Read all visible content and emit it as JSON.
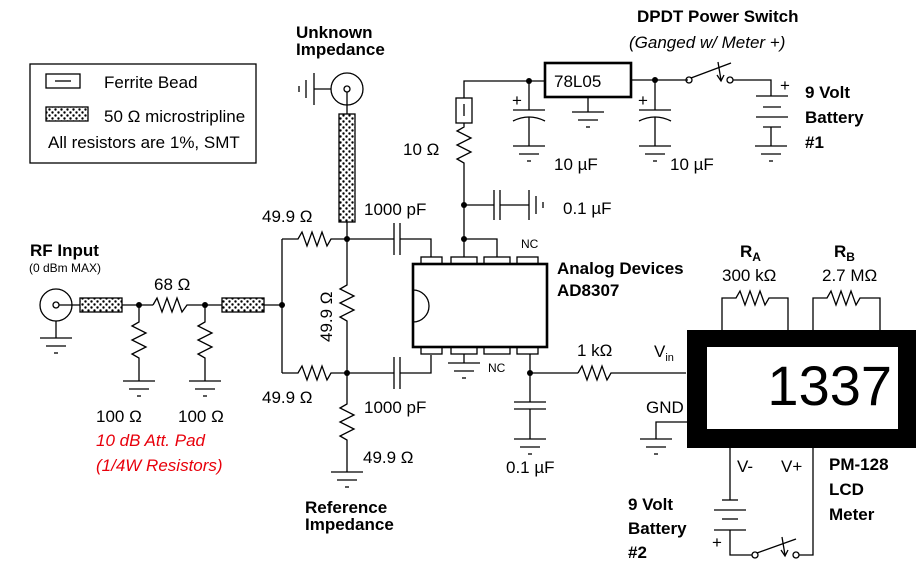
{
  "legend": {
    "ferrite_bead": "Ferrite Bead",
    "microstrip": "50 Ω microstripline",
    "note": "All resistors are 1%, SMT"
  },
  "titles": {
    "unknown_impedance_1": "Unknown",
    "unknown_impedance_2": "Impedance",
    "reference_impedance_1": "Reference",
    "reference_impedance_2": "Impedance",
    "power_switch": "DPDT Power Switch",
    "power_switch_note": "(Ganged w/ Meter +)",
    "rf_input": "RF Input",
    "rf_input_note": "(0 dBm MAX)",
    "att_pad_1": "10 dB Att. Pad",
    "att_pad_2": "(1/4W Resistors)",
    "ic_1": "Analog Devices",
    "ic_2": "AD8307",
    "battery1_1": "9 Volt",
    "battery1_2": "Battery",
    "battery1_3": "#1",
    "battery2_1": "9 Volt",
    "battery2_2": "Battery",
    "battery2_3": "#2",
    "meter_1": "PM-128",
    "meter_2": "LCD",
    "meter_3": "Meter"
  },
  "components": {
    "regulator": "78L05",
    "r_series_pad": "68 Ω",
    "r_shunt_pad_1": "100 Ω",
    "r_shunt_pad_2": "100 Ω",
    "r_bridge_top": "49.9 Ω",
    "r_bridge_bottom": "49.9 Ω",
    "r_bridge_mid": "49.9 Ω",
    "r_ref": "49.9 Ω",
    "c_top": "1000 pF",
    "c_bottom": "1000 pF",
    "r_supply": "10 Ω",
    "c_decouple": "0.1 µF",
    "c_reg_in": "10 µF",
    "c_reg_out": "10 µF",
    "c_out": "0.1 µF",
    "r_out": "1 kΩ",
    "ra_name": "R",
    "ra_sub": "A",
    "ra_value": "300 kΩ",
    "rb_name": "R",
    "rb_sub": "B",
    "rb_value": "2.7 MΩ",
    "nc_top": "NC",
    "nc_bottom": "NC"
  },
  "meter": {
    "display": "1337",
    "vin": "V",
    "vin_sub": "in",
    "gnd": "GND",
    "vminus": "V-",
    "vplus": "V+"
  },
  "symbols": {
    "plus": "+",
    "minus": "-"
  }
}
